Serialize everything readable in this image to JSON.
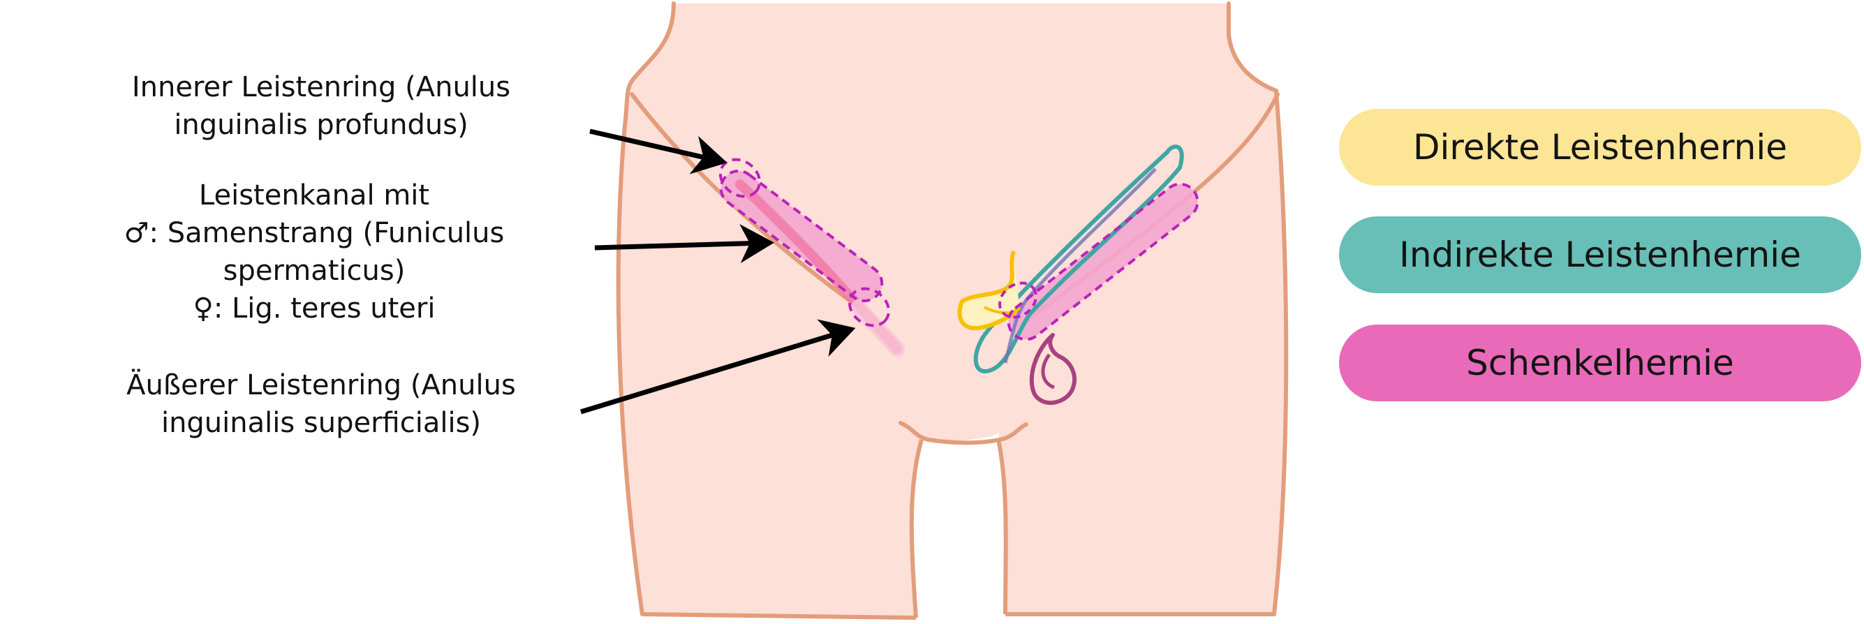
{
  "labels": {
    "inner_ring": [
      "Innerer Leistenring (Anulus",
      "inguinalis profundus)"
    ],
    "canal": [
      "Leistenkanal mit",
      "♂: Samenstrang (Funiculus",
      "spermaticus)",
      "♀: Lig. teres uteri"
    ],
    "outer_ring": [
      "Äußerer Leistenring (Anulus",
      "inguinalis superficialis)"
    ]
  },
  "legend": [
    {
      "label": "Direkte Leistenhernie",
      "color": "#fde596"
    },
    {
      "label": "Indirekte Leistenhernie",
      "color": "#67bfb7"
    },
    {
      "label": "Schenkelhernie",
      "color": "#e86ab8"
    }
  ],
  "colors": {
    "skin": "#fde0d8",
    "outline": "#e39d7b",
    "canal_fill": "#f3a6cf",
    "canal_border": "#bb22bb",
    "cord": "#f07aa8",
    "direct_hernia": "#f8c000",
    "indirect_hernia": "#3fa6a3",
    "femoral_hernia": "#a8417f",
    "arrow": "#000000"
  }
}
